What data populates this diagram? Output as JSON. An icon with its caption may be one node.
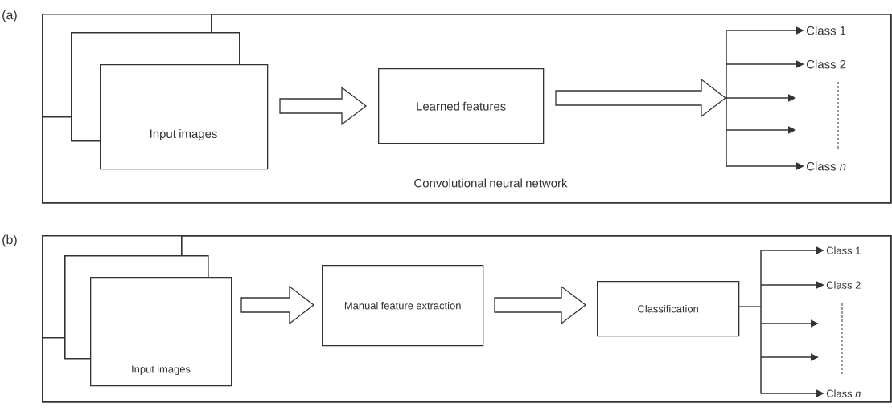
{
  "diagram": {
    "nodes": [
      {
        "text": [
          "Convolutional neural network"
        ]
      },
      {
        "text": [],
        "shape": "box",
        "in": 0
      },
      {
        "text": [],
        "shape": "box",
        "in": 0
      },
      {
        "text": [
          "Input images"
        ],
        "in": 0
      },
      {
        "text": [
          "Learned features"
        ],
        "in": 0
      },
      {
        "text": [],
        "shape": "bar",
        "in": 0
      },
      {
        "text": [
          "Class 1"
        ],
        "in": 0
      },
      {
        "text": [
          "Class 2"
        ],
        "in": 0
      },
      {
        "text": [
          "Class *n*"
        ],
        "in": 0
      },
      {
        "text": [],
        "shape": "box"
      },
      {
        "text": [],
        "shape": "box",
        "in": 9
      },
      {
        "text": [],
        "shape": "box",
        "in": 9
      },
      {
        "text": [
          "Input images"
        ],
        "in": 9
      },
      {
        "text": [
          "Manual feature extraction"
        ],
        "in": 9
      },
      {
        "text": [
          "Classification"
        ],
        "in": 9
      },
      {
        "text": [],
        "shape": "bar",
        "in": 9
      },
      {
        "text": [
          "Class 1"
        ],
        "in": 9
      },
      {
        "text": [
          "Class 2"
        ],
        "in": 9
      },
      {
        "text": [
          "Class *n*"
        ],
        "in": 9
      }
    ],
    "edges": [
      {
        "from": 3,
        "to": 4,
        "arrow": "to"
      },
      {
        "from": 4,
        "to": 5,
        "arrow": "to"
      },
      {
        "from": 5,
        "to": 6,
        "arrow": "to"
      },
      {
        "from": 5,
        "to": 7,
        "arrow": "to"
      },
      {
        "from": 5,
        "to": null,
        "arrow": "to"
      },
      {
        "from": 5,
        "to": null,
        "arrow": "to"
      },
      {
        "from": 5,
        "to": 8,
        "arrow": "to"
      },
      {
        "from": 12,
        "to": 13,
        "arrow": "to"
      },
      {
        "from": 13,
        "to": 14,
        "arrow": "to"
      },
      {
        "from": 14,
        "to": 15,
        "arrow": "none"
      },
      {
        "from": 15,
        "to": 16,
        "arrow": "to"
      },
      {
        "from": 15,
        "to": 17,
        "arrow": "to"
      },
      {
        "from": 15,
        "to": null,
        "arrow": "to"
      },
      {
        "from": 15,
        "to": null,
        "arrow": "to"
      },
      {
        "from": 15,
        "to": 18,
        "arrow": "to"
      }
    ],
    "labels": [
      "(a)",
      "(b)"
    ]
  }
}
